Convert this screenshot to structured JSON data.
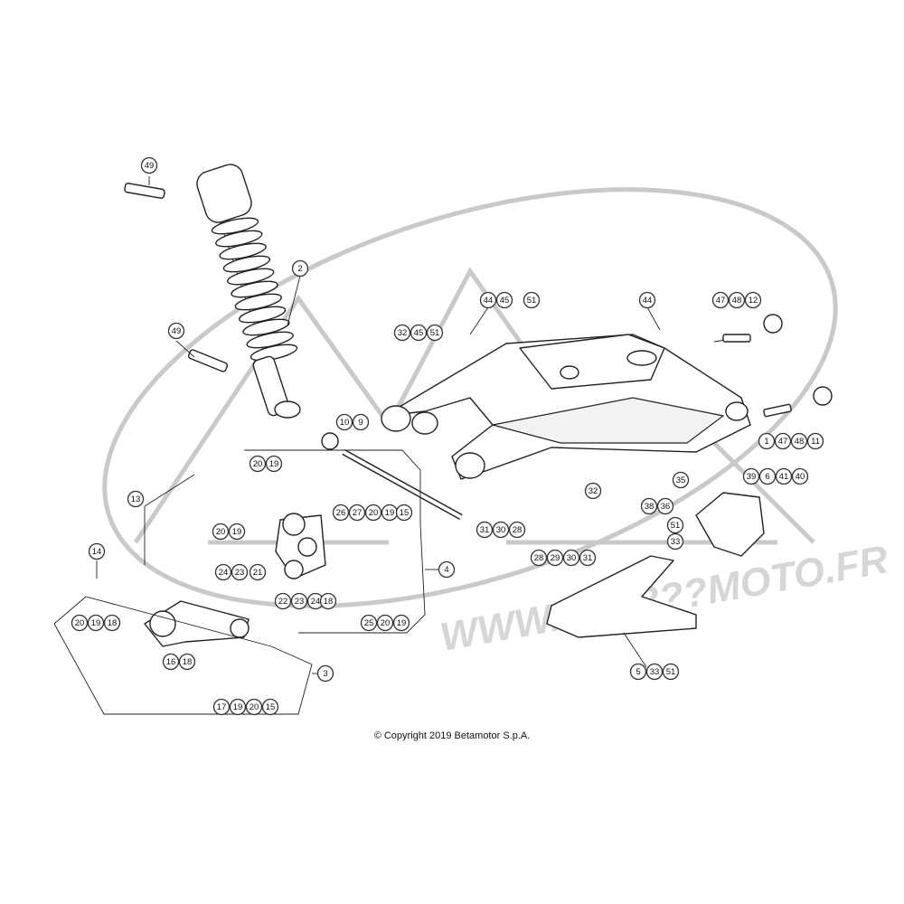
{
  "copyright": "© Copyright 2019 Betamotor S.p.A.",
  "watermark": "WWW.A?????MOTO.FR",
  "callouts": [
    {
      "n": "49"
    },
    {
      "n": "2"
    },
    {
      "n": "49"
    },
    {
      "n": "44"
    },
    {
      "n": "45"
    },
    {
      "n": "51"
    },
    {
      "n": "32"
    },
    {
      "n": "45"
    },
    {
      "n": "51"
    },
    {
      "n": "44"
    },
    {
      "n": "47"
    },
    {
      "n": "48"
    },
    {
      "n": "12"
    },
    {
      "n": "10"
    },
    {
      "n": "9"
    },
    {
      "n": "1"
    },
    {
      "n": "47"
    },
    {
      "n": "48"
    },
    {
      "n": "11"
    },
    {
      "n": "20"
    },
    {
      "n": "19"
    },
    {
      "n": "35"
    },
    {
      "n": "39"
    },
    {
      "n": "6"
    },
    {
      "n": "41"
    },
    {
      "n": "40"
    },
    {
      "n": "13"
    },
    {
      "n": "32"
    },
    {
      "n": "38"
    },
    {
      "n": "36"
    },
    {
      "n": "20"
    },
    {
      "n": "19"
    },
    {
      "n": "26"
    },
    {
      "n": "27"
    },
    {
      "n": "20"
    },
    {
      "n": "19"
    },
    {
      "n": "15"
    },
    {
      "n": "31"
    },
    {
      "n": "30"
    },
    {
      "n": "28"
    },
    {
      "n": "51"
    },
    {
      "n": "33"
    },
    {
      "n": "24"
    },
    {
      "n": "23"
    },
    {
      "n": "21"
    },
    {
      "n": "28"
    },
    {
      "n": "29"
    },
    {
      "n": "30"
    },
    {
      "n": "31"
    },
    {
      "n": "14"
    },
    {
      "n": "4"
    },
    {
      "n": "22"
    },
    {
      "n": "23"
    },
    {
      "n": "24"
    },
    {
      "n": "18"
    },
    {
      "n": "20"
    },
    {
      "n": "19"
    },
    {
      "n": "18"
    },
    {
      "n": "25"
    },
    {
      "n": "20"
    },
    {
      "n": "19"
    },
    {
      "n": "16"
    },
    {
      "n": "18"
    },
    {
      "n": "3"
    },
    {
      "n": "5"
    },
    {
      "n": "33"
    },
    {
      "n": "51"
    },
    {
      "n": "17"
    },
    {
      "n": "19"
    },
    {
      "n": "20"
    },
    {
      "n": "15"
    }
  ]
}
